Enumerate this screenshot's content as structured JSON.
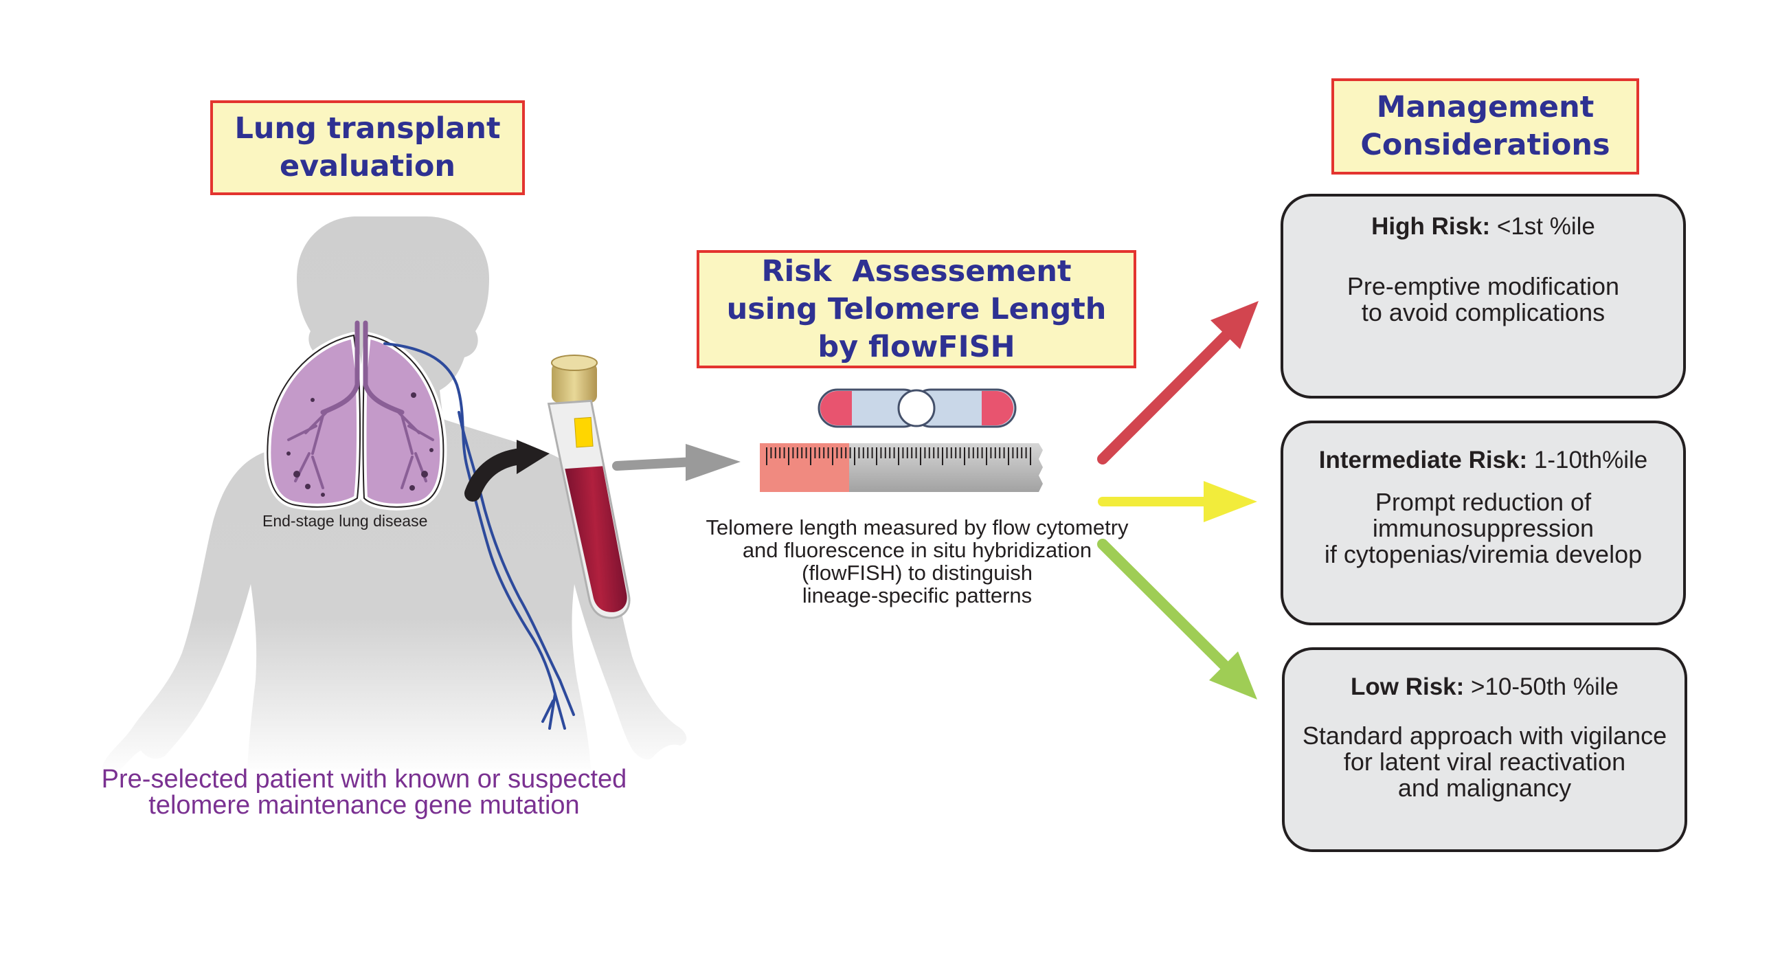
{
  "left_panel": {
    "title_lines": [
      "Lung transplant",
      "evaluation"
    ],
    "lung_label": "End-stage lung disease",
    "patient_caption_lines": [
      "Pre-selected patient with known or suspected",
      "telomere maintenance gene mutation"
    ]
  },
  "center_panel": {
    "title_lines": [
      "Risk  Assessement",
      "using Telomere Length",
      "by flowFISH"
    ],
    "caption_lines": [
      "Telomere length measured by flow cytometry",
      "and fluorescence in situ hybridization",
      "(flowFISH) to distinguish",
      "lineage-specific patterns"
    ]
  },
  "right_panel": {
    "title_lines": [
      "Management",
      "Considerations"
    ],
    "risk_levels": [
      {
        "label": "High Risk:",
        "range": " <1st %ile",
        "body_lines": [
          "Pre-emptive modification",
          "to avoid complications"
        ],
        "arrow_color": "#d2454f"
      },
      {
        "label": "Intermediate Risk:",
        "range": " 1-10th%ile",
        "body_lines": [
          "Prompt reduction of",
          "immunosuppression",
          "if cytopenias/viremia develop"
        ],
        "arrow_color": "#f2ec3b"
      },
      {
        "label": "Low Risk:",
        "range": " >10-50th %ile",
        "body_lines": [
          "Standard approach with vigilance",
          "for latent viral reactivation",
          "and malignancy"
        ],
        "arrow_color": "#9fcd55"
      }
    ]
  },
  "colors": {
    "title_text": "#2e3192",
    "title_fill": "#fbf6c1",
    "title_border": "#e3342f",
    "box_fill": "#e6e7e8",
    "patient_caption": "#7a3191",
    "silhouette": "#cfcfcf",
    "lung": "#c49ac9",
    "vein": "#2d4a9c",
    "ruler_pink": "#f08a80",
    "ruler_gray": "#b0b0b0",
    "blood": "#a41e3b",
    "cap": "#d6c27c"
  },
  "icons": [
    "human-silhouette-icon",
    "lungs-icon",
    "vein-icon",
    "blood-tube-icon",
    "chromosome-icon",
    "ruler-icon"
  ]
}
